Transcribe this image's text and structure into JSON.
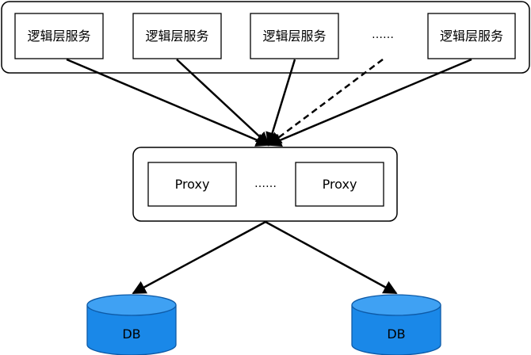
{
  "logic_layer": {
    "services": [
      "逻辑层服务",
      "逻辑层服务",
      "逻辑层服务",
      "逻辑层服务"
    ],
    "ellipsis": "……"
  },
  "proxy_layer": {
    "proxies": [
      "Proxy",
      "Proxy"
    ],
    "ellipsis": "……"
  },
  "databases": [
    "DB",
    "DB"
  ],
  "colors": {
    "line": "#000000",
    "box_fill": "#ffffff",
    "db_fill": "#1a88e8",
    "db_top": "#3fa1f3",
    "db_stroke": "#0d5aa7"
  }
}
